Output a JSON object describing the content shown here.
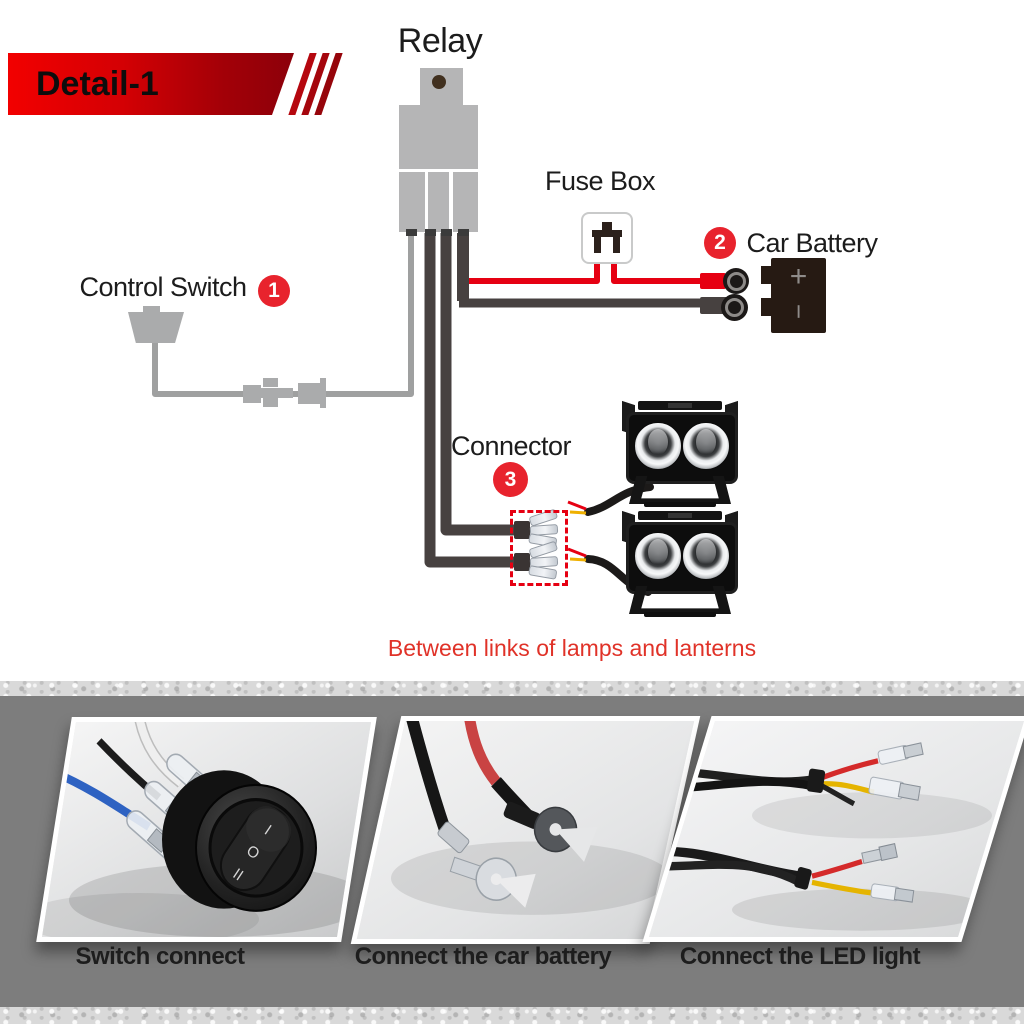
{
  "banner": {
    "label": "Detail-1"
  },
  "diagram": {
    "relay_label": "Relay",
    "fuse_box_label": "Fuse Box",
    "car_battery_label": "Car Battery",
    "control_switch_label": "Control Switch",
    "connector_label": "Connector",
    "badges": {
      "control_switch": "1",
      "car_battery": "2",
      "connector": "3"
    },
    "battery": {
      "plus": "+",
      "minus": "−"
    },
    "caption": "Between links of lamps and lanterns"
  },
  "panels": [
    {
      "caption": "Switch connect",
      "rocker_markings": [
        "I",
        "O",
        "II"
      ]
    },
    {
      "caption": "Connect the car battery"
    },
    {
      "caption": "Connect the LED light"
    }
  ],
  "colors": {
    "accent_red": "#e60012",
    "badge_red": "#e8232d",
    "wire_black": "#474140",
    "wire_gray": "#9fa0a0",
    "component_gray": "#b5b5b6",
    "caption_red": "#e03228",
    "bottom_background": "#7d7d7d"
  }
}
